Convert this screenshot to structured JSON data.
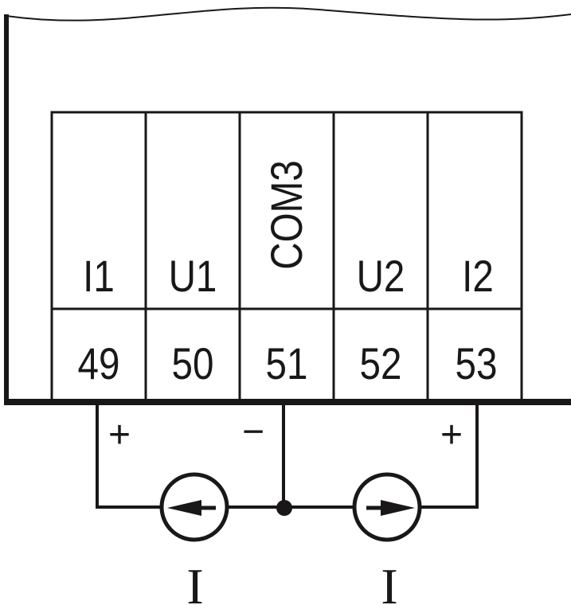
{
  "terminals": [
    {
      "label": "I1",
      "number": "49"
    },
    {
      "label": "U1",
      "number": "50"
    },
    {
      "label": "COM3",
      "number": "51"
    },
    {
      "label": "U2",
      "number": "52"
    },
    {
      "label": "I2",
      "number": "53"
    }
  ],
  "polarity": {
    "left": "+",
    "center": "−",
    "right": "+"
  },
  "sources": [
    {
      "label": "I",
      "direction": "left"
    },
    {
      "label": "I",
      "direction": "right"
    }
  ],
  "colors": {
    "ink": "#1a1718",
    "background": "#ffffff"
  }
}
